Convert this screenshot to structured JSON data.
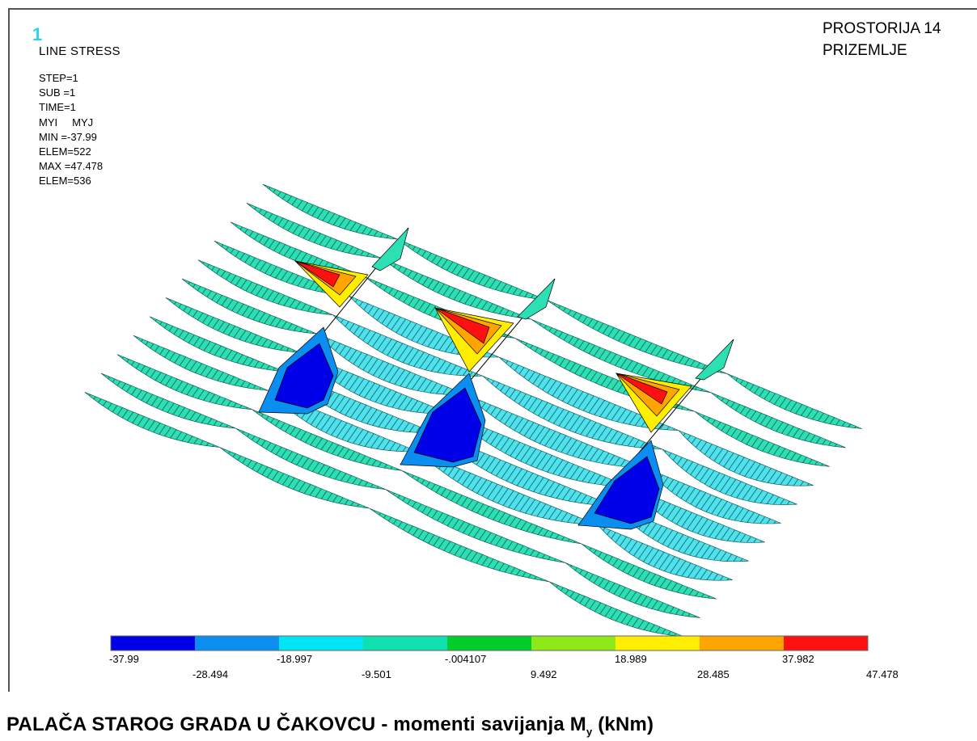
{
  "window_number": "1",
  "title": "LINE STRESS",
  "info_lines": [
    "STEP=1",
    "SUB =1",
    "TIME=1",
    "MYI     MYJ",
    "MIN =-37.99",
    "ELEM=522",
    "MAX =47.478",
    "ELEM=536"
  ],
  "heading": [
    "PROSTORIJA 14",
    "PRIZEMLJE"
  ],
  "legend": {
    "colors": [
      "#0000e8",
      "#0a8ff0",
      "#00e5f5",
      "#10e0b0",
      "#00cc2a",
      "#8fe818",
      "#ffee00",
      "#ffa500",
      "#ff1010"
    ],
    "values": [
      "-37.99",
      "-28.494",
      "-18.997",
      "-9.501",
      "-.004107",
      "9.492",
      "18.989",
      "28.485",
      "37.982",
      "47.478"
    ]
  },
  "caption": {
    "text": "PALAČA STAROG GRADA U ČAKOVCU - momenti savijanja M",
    "subscript": "y",
    "unit": " (kNm)"
  },
  "colors": {
    "member": "#2de0b4",
    "member_light": "#5ce8f0",
    "member_dark": "#20c8c0",
    "negative_peak": "#0000e8",
    "positive_peak": "#ff1010"
  }
}
